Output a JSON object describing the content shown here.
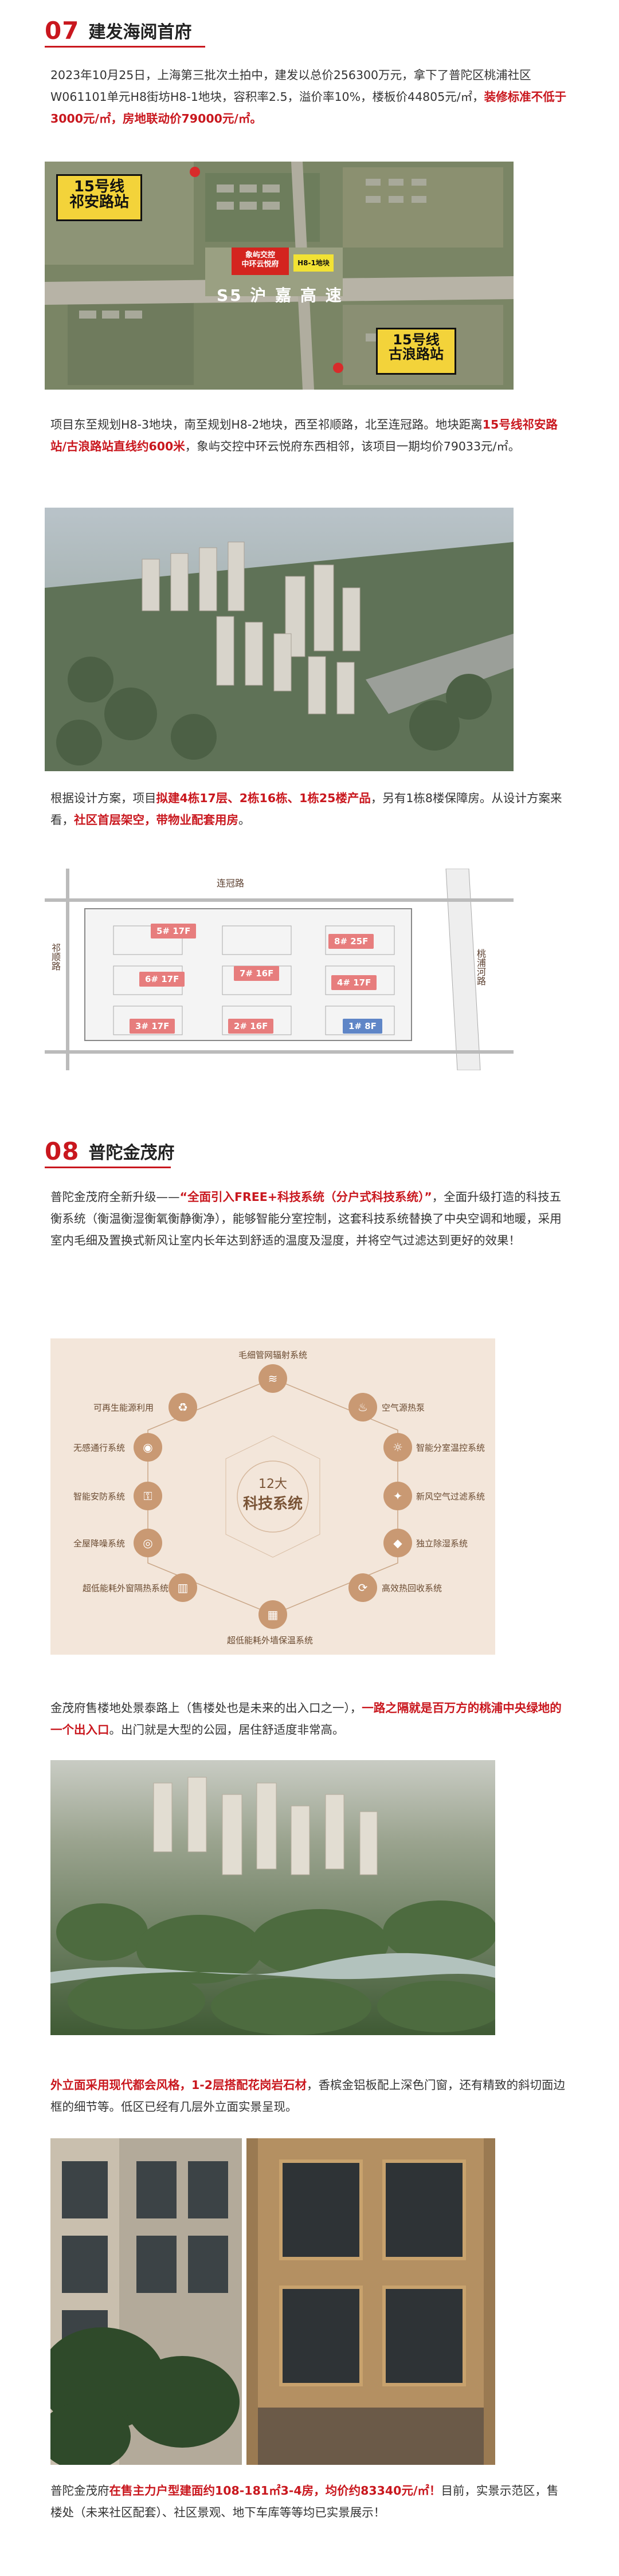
{
  "section07": {
    "number": "07",
    "title": "建发海阅首府",
    "para1_parts": [
      "2023年10月25日，上海第三批次土拍中，建发以总价256300万元，拿下了普陀区桃浦社区W061101单元H8街坊H8-1地块，容积率2.5，溢价率10%，楼板价44805元/㎡，",
      "装修标准不低于3000元/㎡，房地联动价79000元/㎡。"
    ],
    "map_labels": {
      "station1": "15号线\n祁安路站",
      "station2": "15号线\n古浪路站",
      "site_red": "象屿交控\n中环云悦府",
      "site_yellow": "H8-1地块",
      "highway": "S5 沪 嘉 高 速"
    },
    "para2_parts": [
      "项目东至规划H8-3地块，南至规划H8-2地块，西至祁顺路，北至连冠路。地块距离",
      "15号线祁安路站/古浪路站直线约600米",
      "，象屿交控中环云悦府东西相邻，该项目一期均价79033元/㎡。"
    ],
    "para3_parts": [
      "根据设计方案，项目",
      "拟建4栋17层、2栋16栋、1栋25楼产品",
      "，另有1栋8楼保障房。从设计方案来看，",
      "社区首层架空，带物业配套用房",
      "。"
    ],
    "plan_tags": [
      "5# 17F",
      "8# 25F",
      "6# 17F",
      "7# 16F",
      "3# 17F",
      "4# 17F",
      "2# 16F",
      "1# 8F"
    ],
    "plan_road_labels": [
      "桃浦河路",
      "连冠路",
      "祁顺路"
    ]
  },
  "section08": {
    "number": "08",
    "title": "普陀金茂府",
    "para1_parts": [
      "普陀金茂府全新升级——",
      "“全面引入FREE+科技系统（分户式科技系统）”",
      "，全面升级打造的科技五衡系统（衡温衡湿衡氧衡静衡净），能够智能分室控制，这套科技系统替换了中央空调和地暖，采用室内毛细及置换式新风让室内长年达到舒适的温度及湿度，并将空气过滤达到更好的效果！"
    ],
    "tech": {
      "center_line1": "12大",
      "center_line2": "科技系统",
      "items": [
        "毛细管网辐射系统",
        "空气源热泵",
        "智能分室温控系统",
        "新风空气过滤系统",
        "独立除湿系统",
        "高效热回收系统",
        "超低能耗外墙保温系统",
        "超低能耗外窗隔热系统",
        "全屋降噪系统",
        "智能安防系统",
        "无感通行系统",
        "可再生能源利用"
      ]
    },
    "para2_parts": [
      "金茂府售楼地处景泰路上（售楼处也是未来的出入口之一），",
      "一路之隔就是百万方的桃浦中央绿地的一个出入口",
      "。出门就是大型的公园，居住舒适度非常高。"
    ],
    "para3_parts": [
      "外立面采用现代都会风格，1-2层搭配花岗岩石材",
      "，香槟金铝板配上深色门窗，还有精致的斜切面边框的细节等。低区已经有几层外立面实景呈现。"
    ],
    "para4_parts": [
      "普陀金茂府",
      "在售主力户型建面约108-181㎡3-4房，均价约83340元/㎡！",
      "目前，实景示范区，售楼处（未来社区配套）、社区景观、地下车库等等均已实景展示！"
    ]
  }
}
